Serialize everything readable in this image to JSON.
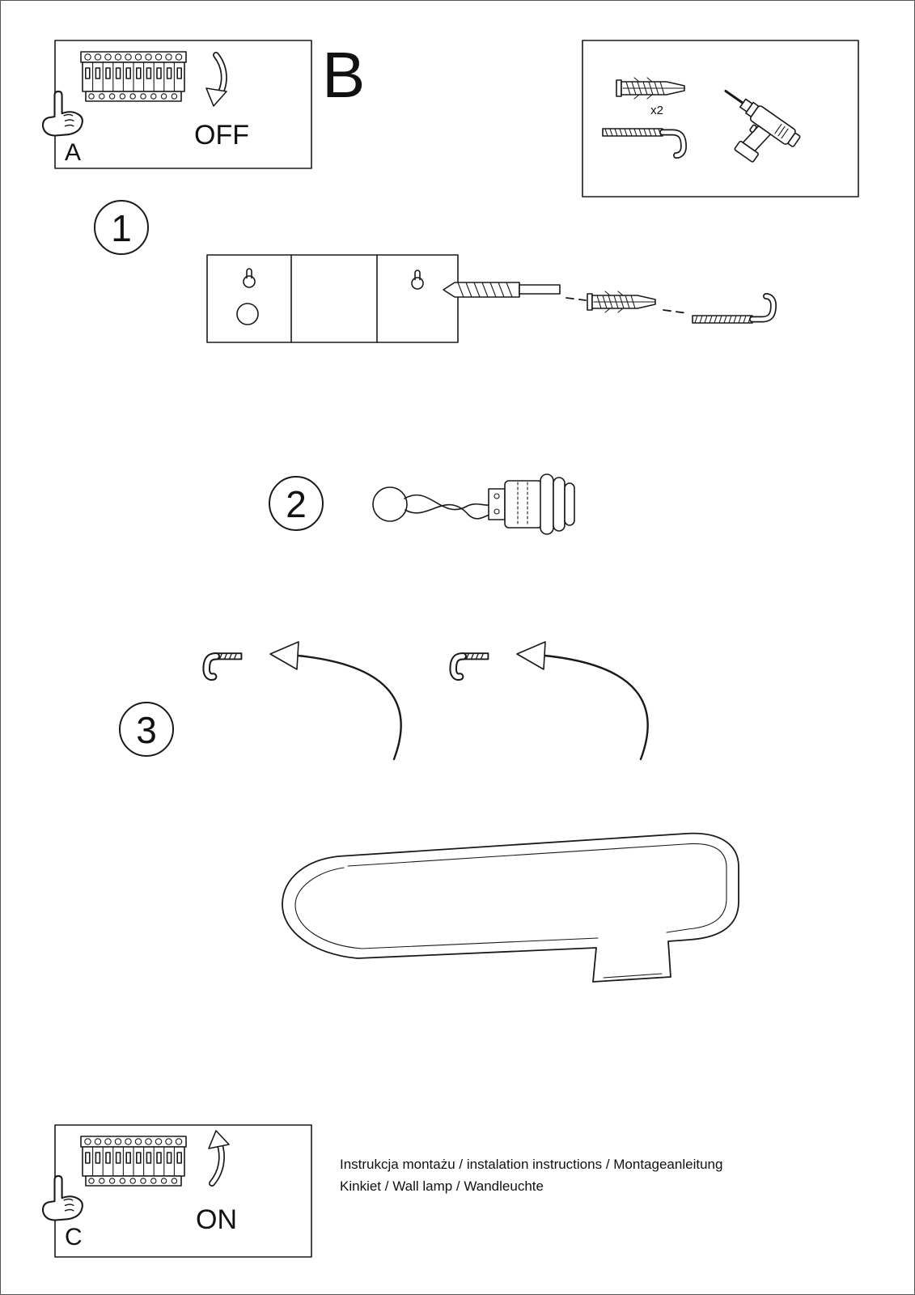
{
  "page": {
    "labels": {
      "step_a": "A",
      "step_b": "B",
      "step_c": "C",
      "off": "OFF",
      "on": "ON",
      "x2": "x2",
      "step1": "1",
      "step2": "2",
      "step3": "3"
    },
    "footer": {
      "line1": "Instrukcja montażu / instalation instructions / Montageanleitung",
      "line2": "Kinkiet / Wall lamp / Wandleuchte"
    },
    "colors": {
      "ink": "#1a1a1a",
      "paper": "#ffffff"
    }
  }
}
